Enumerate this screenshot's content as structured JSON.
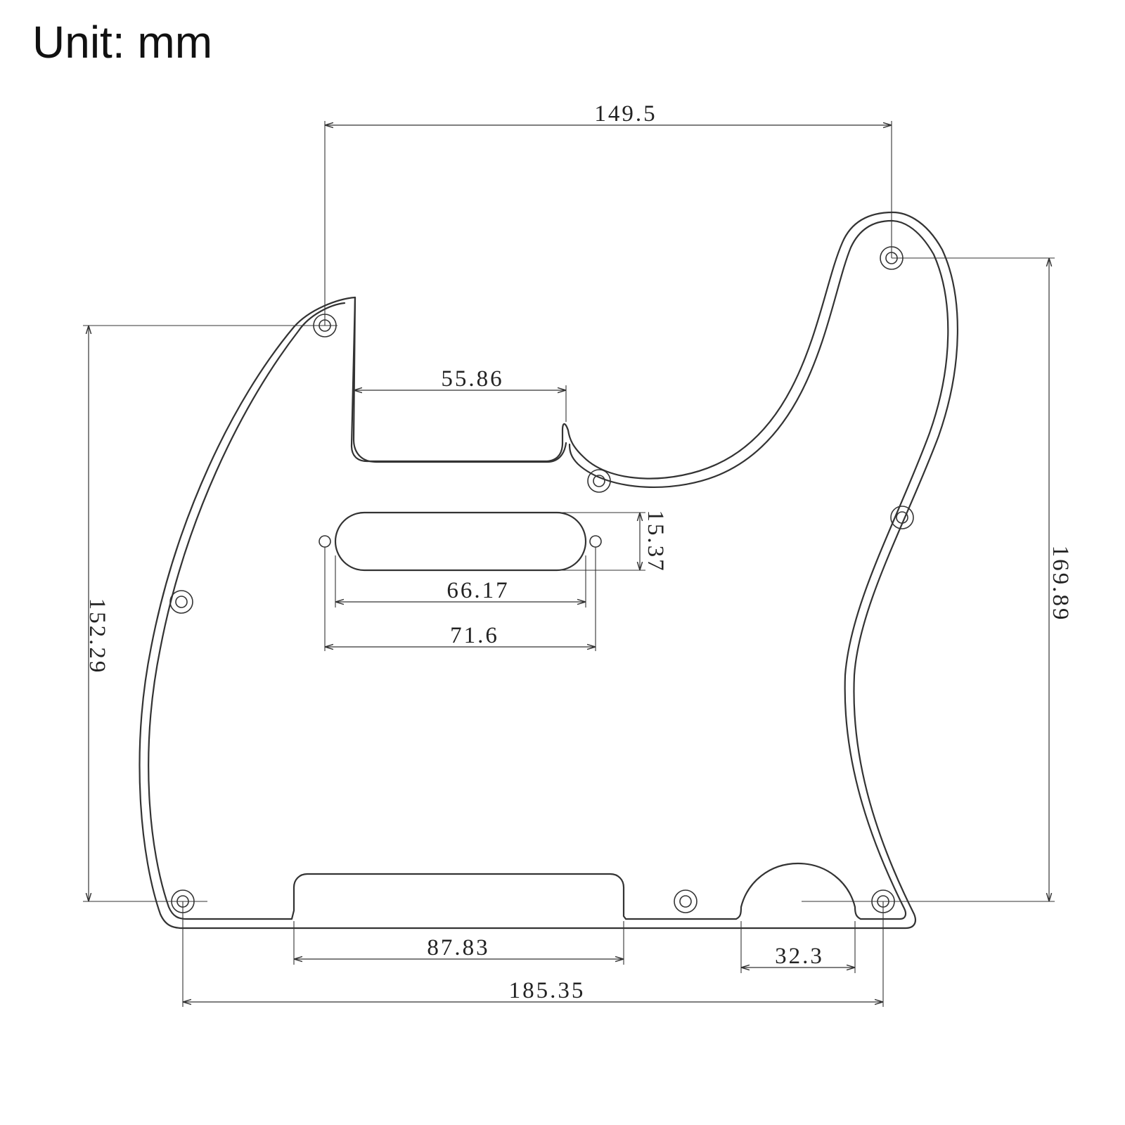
{
  "title": "Unit: mm",
  "dimensions": {
    "top_width": "149.5",
    "neck_pickup_width": "55.86",
    "bridge_pickup_height": "15.37",
    "bridge_pickup_width": "66.17",
    "bridge_pickup_screw_span": "71.6",
    "left_height": "152.29",
    "right_height": "169.89",
    "bottom_cutout_width": "87.83",
    "control_arc_width": "32.3",
    "overall_width": "185.35"
  },
  "colors": {
    "line": "#333333",
    "text": "#222222",
    "background": "#ffffff"
  }
}
